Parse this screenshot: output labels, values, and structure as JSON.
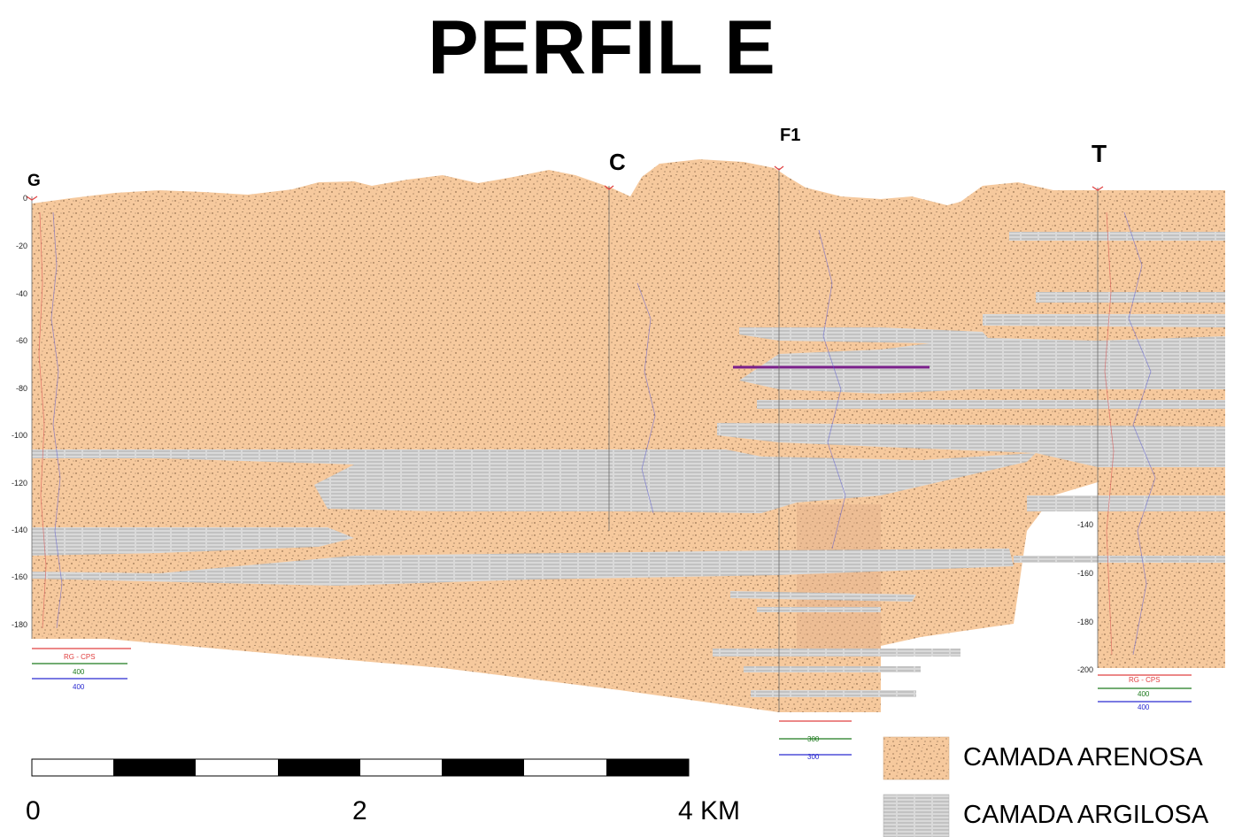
{
  "title": "PERFIL E",
  "wells": [
    "G",
    "C",
    "F1",
    "T"
  ],
  "depth_ticks_left": [
    "0",
    "-20",
    "-40",
    "-60",
    "-80",
    "-100",
    "-120",
    "-140",
    "-160",
    "-180"
  ],
  "depth_ticks_right": [
    "-140",
    "-160",
    "-180",
    "-200"
  ],
  "log_labels": {
    "rg": "RG - CPS",
    "g_val1": "400",
    "g_val2": "400",
    "f1_val1": "300",
    "f1_val2": "300",
    "t_rg": "RG - CPS",
    "t_val1": "400",
    "t_val2": "400"
  },
  "scale_bar": {
    "labels": [
      "0",
      "2",
      "4 KM"
    ]
  },
  "legend": [
    {
      "label": "CAMADA ARENOSA",
      "color": "#f6c99d"
    },
    {
      "label": "CAMADA ARGILOSA",
      "color": "#d9d9d9"
    }
  ],
  "colors": {
    "sand": "#f6c99d",
    "clay": "#d6d6d6",
    "clay_line": "#9a9a9a",
    "marker": "#7a1f8a"
  }
}
